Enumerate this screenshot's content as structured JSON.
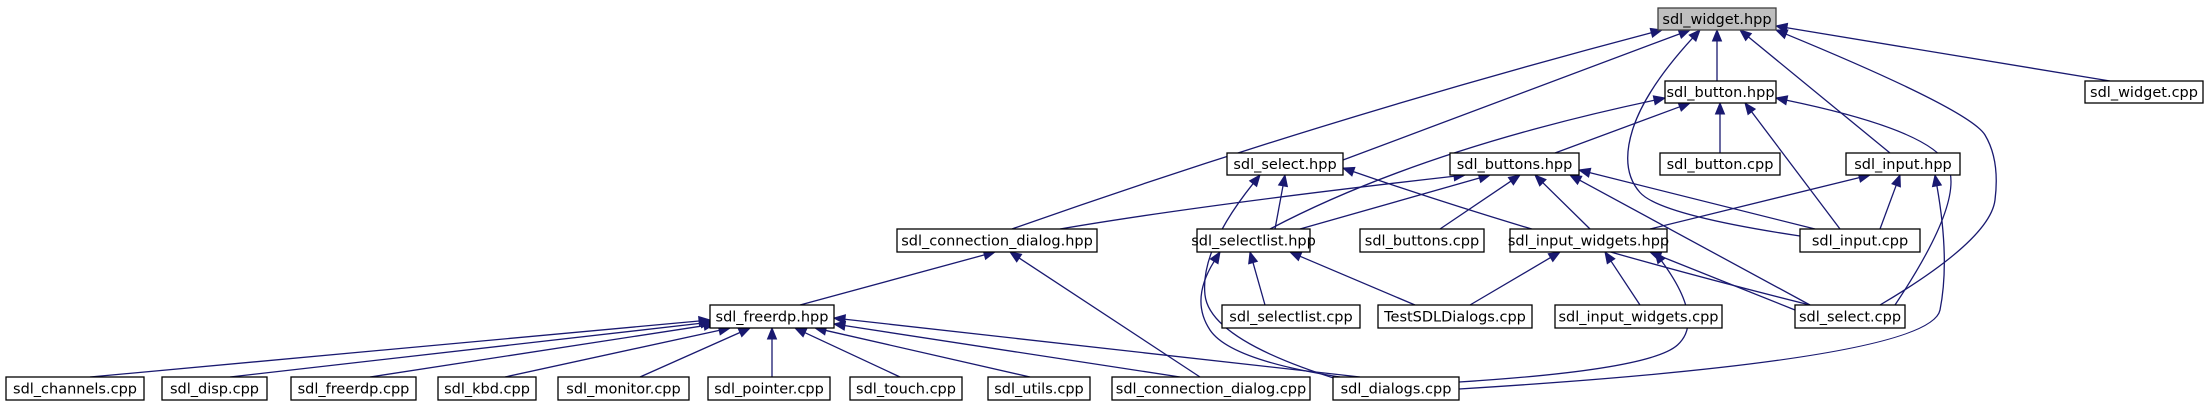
{
  "graph": {
    "root_label": "sdl_widget.hpp",
    "colors": {
      "edge": "#191970",
      "root_fill": "#bfbfbf",
      "node_fill": "#ffffff",
      "border": "#000000"
    },
    "nodes": [
      {
        "id": "widget_hpp",
        "label": "sdl_widget.hpp"
      },
      {
        "id": "button_hpp",
        "label": "sdl_button.hpp"
      },
      {
        "id": "widget_cpp",
        "label": "sdl_widget.cpp"
      },
      {
        "id": "select_hpp",
        "label": "sdl_select.hpp"
      },
      {
        "id": "buttons_hpp",
        "label": "sdl_buttons.hpp"
      },
      {
        "id": "button_cpp",
        "label": "sdl_button.cpp"
      },
      {
        "id": "input_hpp",
        "label": "sdl_input.hpp"
      },
      {
        "id": "conn_dialog_hpp",
        "label": "sdl_connection_dialog.hpp"
      },
      {
        "id": "selectlist_hpp",
        "label": "sdl_selectlist.hpp"
      },
      {
        "id": "buttons_cpp",
        "label": "sdl_buttons.cpp"
      },
      {
        "id": "input_widgets_hpp",
        "label": "sdl_input_widgets.hpp"
      },
      {
        "id": "input_cpp",
        "label": "sdl_input.cpp"
      },
      {
        "id": "freerdp_hpp",
        "label": "sdl_freerdp.hpp"
      },
      {
        "id": "selectlist_cpp",
        "label": "sdl_selectlist.cpp"
      },
      {
        "id": "test_dialogs",
        "label": "TestSDLDialogs.cpp"
      },
      {
        "id": "input_widgets_cpp",
        "label": "sdl_input_widgets.cpp"
      },
      {
        "id": "select_cpp",
        "label": "sdl_select.cpp"
      },
      {
        "id": "channels_cpp",
        "label": "sdl_channels.cpp"
      },
      {
        "id": "disp_cpp",
        "label": "sdl_disp.cpp"
      },
      {
        "id": "freerdp_cpp",
        "label": "sdl_freerdp.cpp"
      },
      {
        "id": "kbd_cpp",
        "label": "sdl_kbd.cpp"
      },
      {
        "id": "monitor_cpp",
        "label": "sdl_monitor.cpp"
      },
      {
        "id": "pointer_cpp",
        "label": "sdl_pointer.cpp"
      },
      {
        "id": "touch_cpp",
        "label": "sdl_touch.cpp"
      },
      {
        "id": "utils_cpp",
        "label": "sdl_utils.cpp"
      },
      {
        "id": "conn_dialog_cpp",
        "label": "sdl_connection_dialog.cpp"
      },
      {
        "id": "dialogs_cpp",
        "label": "sdl_dialogs.cpp"
      }
    ],
    "edges": [
      [
        "widget_hpp",
        "button_hpp"
      ],
      [
        "widget_hpp",
        "widget_cpp"
      ],
      [
        "widget_hpp",
        "select_hpp"
      ],
      [
        "widget_hpp",
        "input_hpp"
      ],
      [
        "widget_hpp",
        "conn_dialog_hpp"
      ],
      [
        "widget_hpp",
        "input_cpp"
      ],
      [
        "widget_hpp",
        "select_cpp"
      ],
      [
        "button_hpp",
        "buttons_hpp"
      ],
      [
        "button_hpp",
        "button_cpp"
      ],
      [
        "button_hpp",
        "selectlist_hpp"
      ],
      [
        "button_hpp",
        "input_cpp"
      ],
      [
        "button_hpp",
        "select_cpp"
      ],
      [
        "select_hpp",
        "selectlist_hpp"
      ],
      [
        "select_hpp",
        "select_cpp"
      ],
      [
        "select_hpp",
        "dialogs_cpp"
      ],
      [
        "buttons_hpp",
        "conn_dialog_hpp"
      ],
      [
        "buttons_hpp",
        "selectlist_hpp"
      ],
      [
        "buttons_hpp",
        "buttons_cpp"
      ],
      [
        "buttons_hpp",
        "input_widgets_hpp"
      ],
      [
        "buttons_hpp",
        "input_cpp"
      ],
      [
        "buttons_hpp",
        "select_cpp"
      ],
      [
        "input_hpp",
        "input_widgets_hpp"
      ],
      [
        "input_hpp",
        "input_cpp"
      ],
      [
        "input_hpp",
        "dialogs_cpp"
      ],
      [
        "conn_dialog_hpp",
        "freerdp_hpp"
      ],
      [
        "conn_dialog_hpp",
        "conn_dialog_cpp"
      ],
      [
        "selectlist_hpp",
        "selectlist_cpp"
      ],
      [
        "selectlist_hpp",
        "test_dialogs"
      ],
      [
        "selectlist_hpp",
        "dialogs_cpp"
      ],
      [
        "input_widgets_hpp",
        "test_dialogs"
      ],
      [
        "input_widgets_hpp",
        "input_widgets_cpp"
      ],
      [
        "input_widgets_hpp",
        "select_cpp"
      ],
      [
        "input_widgets_hpp",
        "dialogs_cpp"
      ],
      [
        "freerdp_hpp",
        "channels_cpp"
      ],
      [
        "freerdp_hpp",
        "disp_cpp"
      ],
      [
        "freerdp_hpp",
        "freerdp_cpp"
      ],
      [
        "freerdp_hpp",
        "kbd_cpp"
      ],
      [
        "freerdp_hpp",
        "monitor_cpp"
      ],
      [
        "freerdp_hpp",
        "pointer_cpp"
      ],
      [
        "freerdp_hpp",
        "touch_cpp"
      ],
      [
        "freerdp_hpp",
        "utils_cpp"
      ],
      [
        "freerdp_hpp",
        "conn_dialog_cpp"
      ],
      [
        "freerdp_hpp",
        "dialogs_cpp"
      ]
    ]
  }
}
